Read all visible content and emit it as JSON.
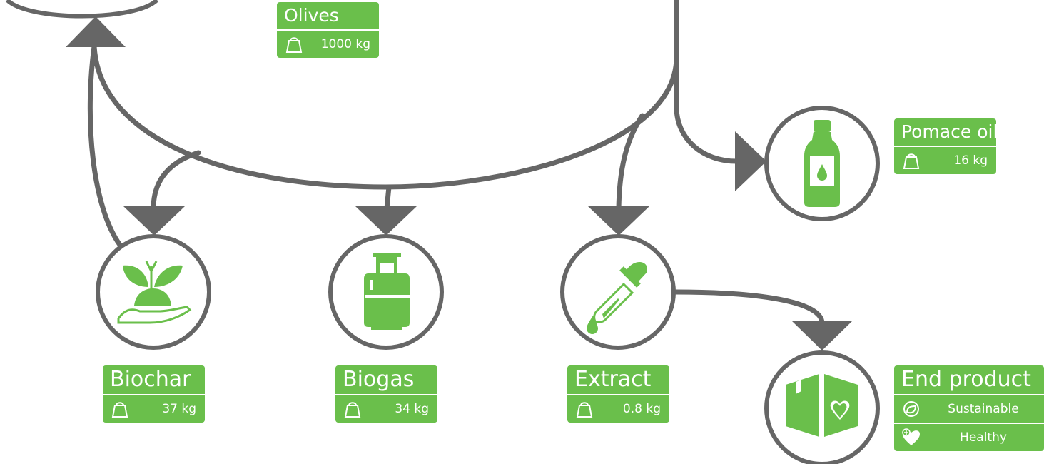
{
  "colors": {
    "accent": "#6abf4b",
    "line": "#666666",
    "background": "#ffffff"
  },
  "nodes": {
    "olives": {
      "title": "Olives",
      "value": "1000 kg"
    },
    "pomace_oil": {
      "title": "Pomace oil",
      "value": "16 kg",
      "icon": "bottle-icon"
    },
    "biochar": {
      "title": "Biochar",
      "value": "37 kg",
      "icon": "plant-in-hand-icon"
    },
    "biogas": {
      "title": "Biogas",
      "value": "34 kg",
      "icon": "gas-cylinder-icon"
    },
    "extract": {
      "title": "Extract",
      "value": "0.8 kg",
      "icon": "dropper-icon"
    },
    "end_product": {
      "title": "End product",
      "icon": "box-heart-icon",
      "attributes": [
        {
          "label": "Sustainable",
          "icon": "leaf-icon"
        },
        {
          "label": "Healthy",
          "icon": "heart-plus-icon"
        }
      ]
    }
  },
  "weight_icon": "weight-icon"
}
